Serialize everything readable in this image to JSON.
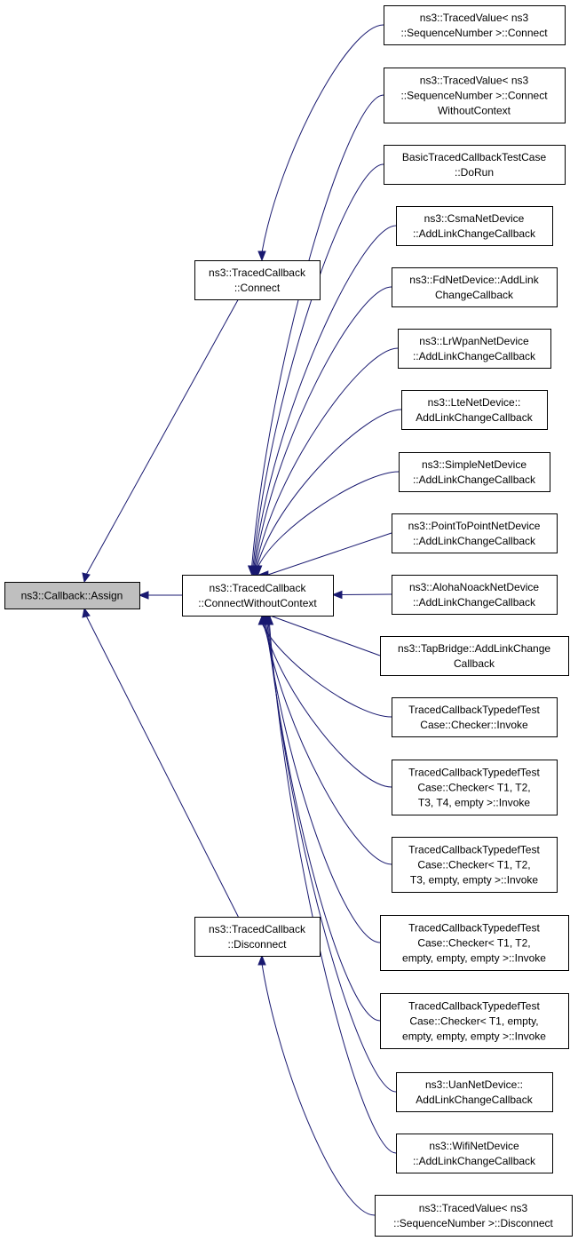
{
  "nodes": [
    {
      "id": "root",
      "lines": [
        "ns3::Callback::Assign"
      ]
    },
    {
      "id": "tc_connect",
      "lines": [
        "ns3::TracedCallback",
        "::Connect"
      ]
    },
    {
      "id": "tc_connect_wo",
      "lines": [
        "ns3::TracedCallback",
        "::ConnectWithoutContext"
      ]
    },
    {
      "id": "tc_disconnect",
      "lines": [
        "ns3::TracedCallback",
        "::Disconnect"
      ]
    },
    {
      "id": "tv_connect",
      "lines": [
        "ns3::TracedValue< ns3",
        "::SequenceNumber >::Connect"
      ]
    },
    {
      "id": "tv_connect_wo",
      "lines": [
        "ns3::TracedValue< ns3",
        "::SequenceNumber >::Connect",
        "WithoutContext"
      ]
    },
    {
      "id": "basic_test",
      "lines": [
        "BasicTracedCallbackTestCase",
        "::DoRun"
      ]
    },
    {
      "id": "csma",
      "lines": [
        "ns3::CsmaNetDevice",
        "::AddLinkChangeCallback"
      ]
    },
    {
      "id": "fd",
      "lines": [
        "ns3::FdNetDevice::AddLink",
        "ChangeCallback"
      ]
    },
    {
      "id": "lrwpan",
      "lines": [
        "ns3::LrWpanNetDevice",
        "::AddLinkChangeCallback"
      ]
    },
    {
      "id": "lte",
      "lines": [
        "ns3::LteNetDevice::",
        "AddLinkChangeCallback"
      ]
    },
    {
      "id": "simple",
      "lines": [
        "ns3::SimpleNetDevice",
        "::AddLinkChangeCallback"
      ]
    },
    {
      "id": "p2p",
      "lines": [
        "ns3::PointToPointNetDevice",
        "::AddLinkChangeCallback"
      ]
    },
    {
      "id": "aloha",
      "lines": [
        "ns3::AlohaNoackNetDevice",
        "::AddLinkChangeCallback"
      ]
    },
    {
      "id": "tap",
      "lines": [
        "ns3::TapBridge::AddLinkChange",
        "Callback"
      ]
    },
    {
      "id": "chk0",
      "lines": [
        "TracedCallbackTypedefTest",
        "Case::Checker::Invoke"
      ]
    },
    {
      "id": "chk1",
      "lines": [
        "TracedCallbackTypedefTest",
        "Case::Checker< T1, T2,",
        "T3, T4, empty >::Invoke"
      ]
    },
    {
      "id": "chk2",
      "lines": [
        "TracedCallbackTypedefTest",
        "Case::Checker< T1, T2,",
        "T3, empty, empty >::Invoke"
      ]
    },
    {
      "id": "chk3",
      "lines": [
        "TracedCallbackTypedefTest",
        "Case::Checker< T1, T2,",
        "empty, empty, empty >::Invoke"
      ]
    },
    {
      "id": "chk4",
      "lines": [
        "TracedCallbackTypedefTest",
        "Case::Checker< T1, empty,",
        "empty, empty, empty >::Invoke"
      ]
    },
    {
      "id": "uan",
      "lines": [
        "ns3::UanNetDevice::",
        "AddLinkChangeCallback"
      ]
    },
    {
      "id": "wifi",
      "lines": [
        "ns3::WifiNetDevice",
        "::AddLinkChangeCallback"
      ]
    },
    {
      "id": "tv_disconnect",
      "lines": [
        "ns3::TracedValue< ns3",
        "::SequenceNumber >::Disconnect"
      ]
    }
  ],
  "edges": [
    {
      "from": "tc_connect",
      "to": "root"
    },
    {
      "from": "tc_connect_wo",
      "to": "root"
    },
    {
      "from": "tc_disconnect",
      "to": "root"
    },
    {
      "from": "tv_connect",
      "to": "tc_connect"
    },
    {
      "from": "tv_connect_wo",
      "to": "tc_connect_wo"
    },
    {
      "from": "basic_test",
      "to": "tc_connect_wo"
    },
    {
      "from": "csma",
      "to": "tc_connect_wo"
    },
    {
      "from": "fd",
      "to": "tc_connect_wo"
    },
    {
      "from": "lrwpan",
      "to": "tc_connect_wo"
    },
    {
      "from": "lte",
      "to": "tc_connect_wo"
    },
    {
      "from": "simple",
      "to": "tc_connect_wo"
    },
    {
      "from": "p2p",
      "to": "tc_connect_wo"
    },
    {
      "from": "aloha",
      "to": "tc_connect_wo"
    },
    {
      "from": "tap",
      "to": "tc_connect_wo"
    },
    {
      "from": "chk0",
      "to": "tc_connect_wo"
    },
    {
      "from": "chk1",
      "to": "tc_connect_wo"
    },
    {
      "from": "chk2",
      "to": "tc_connect_wo"
    },
    {
      "from": "chk3",
      "to": "tc_connect_wo"
    },
    {
      "from": "chk4",
      "to": "tc_connect_wo"
    },
    {
      "from": "uan",
      "to": "tc_connect_wo"
    },
    {
      "from": "wifi",
      "to": "tc_connect_wo"
    },
    {
      "from": "tv_disconnect",
      "to": "tc_disconnect"
    }
  ],
  "colors": {
    "edge": "#191970",
    "root_fill": "#bfbfbf",
    "node_fill": "#ffffff",
    "border": "#000000"
  }
}
